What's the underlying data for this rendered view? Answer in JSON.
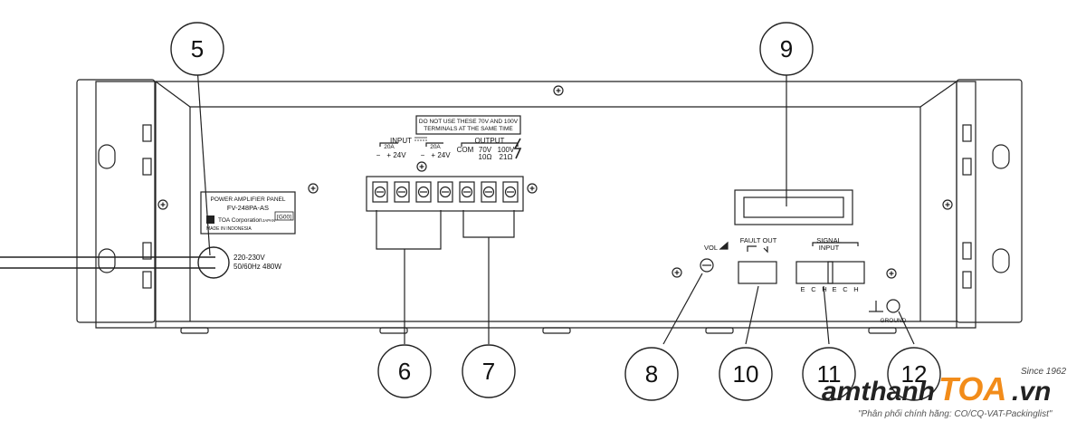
{
  "callouts": [
    "5",
    "6",
    "7",
    "8",
    "9",
    "10",
    "11",
    "12"
  ],
  "nameplate": {
    "title": "POWER AMPLIFIER PANEL",
    "model": "FV-248PA-AS",
    "code": "[G00]",
    "maker": "TOA Corporation",
    "maker_suffix": "JAPAN",
    "origin": "MADE IN INDONESIA"
  },
  "ac_label": {
    "line1": "220-230V",
    "line2": "50/60Hz 480W"
  },
  "warning": {
    "line1": "DO NOT USE THESE 70V AND 100V",
    "line2": "TERMINALS AT THE SAME TIME"
  },
  "terminals": {
    "input_label": "INPUT",
    "fuse_left": "20A",
    "fuse_right": "20A",
    "minus": "−",
    "plus24": "+ 24V",
    "output_label": "OUTPUT",
    "com": "COM",
    "v70": "70V",
    "v70_ohm": "10Ω",
    "v100": "100V",
    "v100_ohm": "21Ω"
  },
  "controls": {
    "vol": "VOL",
    "fault_out": "FAULT OUT",
    "signal_input_1": "SIGNAL",
    "signal_input_2": "INPUT",
    "e": "E",
    "c": "C",
    "h": "H",
    "ground": "GROUND"
  },
  "watermark": {
    "brand_a": "amthanh",
    "brand_b": "TOA",
    "brand_c": ".vn",
    "since": "Since 1962",
    "tagline": "\"Phân phối chính hãng: CO/CQ-VAT-Packinglist\""
  },
  "colors": {
    "line": "#222222",
    "brand_orange": "#f28c1a",
    "brand_dark": "#222222"
  }
}
